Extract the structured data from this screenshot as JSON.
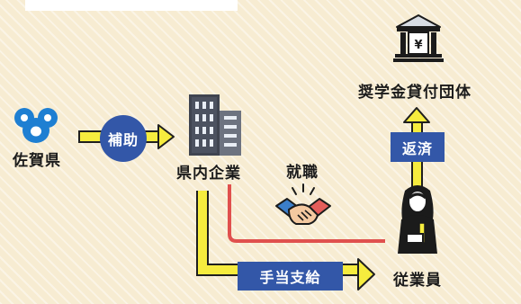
{
  "nodes": {
    "prefecture": "佐賀県",
    "company": "県内企業",
    "fund": "奨学金貸付団体",
    "employee": "従業員"
  },
  "flows": {
    "subsidy": "補助",
    "employment": "就職",
    "repayment": "返済",
    "allowance": "手当支給"
  },
  "fund_icon_symbol": "¥",
  "colors": {
    "background": "#f7ecd2",
    "badge_blue": "#3357a8",
    "arrow_yellow": "#f6ec3e",
    "line_red": "#e0504e"
  }
}
